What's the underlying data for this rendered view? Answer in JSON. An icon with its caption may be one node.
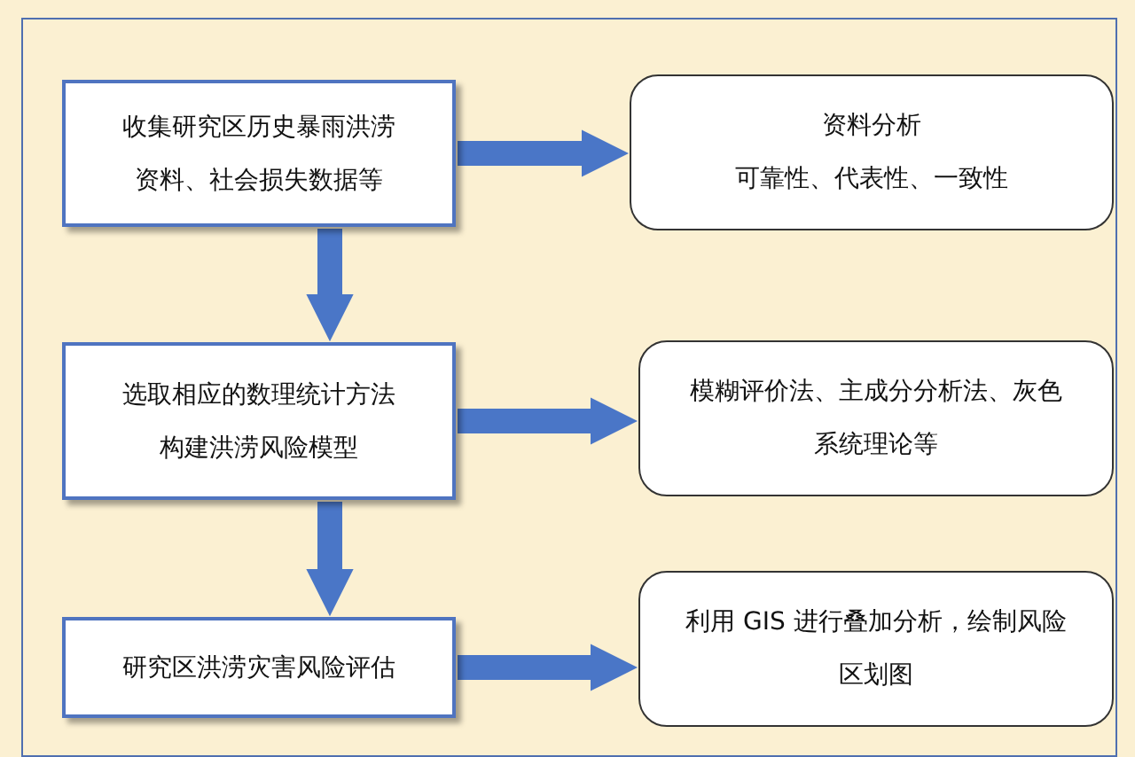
{
  "diagram": {
    "nodes": [
      {
        "text": [
          "收集研究区历史暴雨洪涝资料、社会损失数据等"
        ]
      },
      {
        "text": [
          "资料分析",
          "可靠性、代表性、一致性"
        ]
      },
      {
        "text": [
          "选取相应的数理统计方法构建洪涝风险模型"
        ]
      },
      {
        "text": [
          "模糊评价法、主成分分析法、灰色系统理论等"
        ]
      },
      {
        "text": [
          "研究区洪涝灾害风险评估"
        ]
      },
      {
        "text": [
          "利用 GIS 进行叠加分析，绘制风险区划图"
        ]
      }
    ],
    "edges": [
      {
        "from": 0,
        "to": 1,
        "arrow": "to"
      },
      {
        "from": 0,
        "to": 2,
        "arrow": "to"
      },
      {
        "from": 2,
        "to": 3,
        "arrow": "to"
      },
      {
        "from": 2,
        "to": 4,
        "arrow": "to"
      },
      {
        "from": 4,
        "to": 5,
        "arrow": "to"
      }
    ]
  }
}
